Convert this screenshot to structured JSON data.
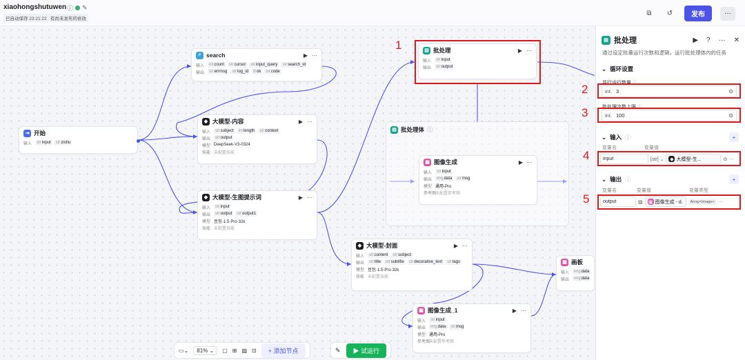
{
  "topbar": {
    "project_name": "xiaohongshutuwen",
    "autosave": "已自动保存 23:21:22",
    "unpublished": "有尚未发布的修改",
    "publish_label": "发布",
    "more_label": "···"
  },
  "nodes": {
    "start": {
      "title": "开始",
      "input_label": "输入",
      "input_type": "str",
      "input_name": "input",
      "input2_type": "str",
      "input2_name": "zishu"
    },
    "search": {
      "title": "search",
      "input_label": "输入",
      "output_label": "输出",
      "inputs": [
        {
          "t": "int",
          "n": "count"
        },
        {
          "t": "str",
          "n": "cursor"
        },
        {
          "t": "str",
          "n": "input_query"
        },
        {
          "t": "str",
          "n": "search_id"
        }
      ],
      "outputs": [
        {
          "t": "str",
          "n": "errmsg"
        },
        {
          "t": "str",
          "n": "log_id"
        },
        {
          "t": "B",
          "n": "ok"
        },
        {
          "t": "int",
          "n": "code"
        }
      ]
    },
    "llm_content": {
      "title": "大模型-内容",
      "input_label": "输入",
      "output_label": "输出",
      "model_label": "模型",
      "skill_label": "技能",
      "inputs": [
        {
          "t": "str",
          "n": "subject"
        },
        {
          "t": "int",
          "n": "length"
        },
        {
          "t": "str",
          "n": "context"
        }
      ],
      "output": {
        "t": "str",
        "n": "output"
      },
      "model": "DeepSeek-V3-0324",
      "skill": "未配置技能"
    },
    "llm_prompt": {
      "title": "大模型-生图提示词",
      "input_label": "输入",
      "output_label": "输出",
      "model_label": "模型",
      "skill_label": "技能",
      "input": {
        "t": "str",
        "n": "input"
      },
      "outputs": [
        {
          "t": "str",
          "n": "output"
        },
        {
          "t": "str",
          "n": "output1"
        }
      ],
      "model": "豆包·1.5·Pro·32k",
      "skill": "未配置技能"
    },
    "batch": {
      "title": "批处理",
      "input_label": "输入",
      "output_label": "输出",
      "input": {
        "t": "str",
        "n": "input"
      },
      "output": {
        "t": "str",
        "n": "output"
      }
    },
    "batch_body": {
      "title": "批处理体"
    },
    "image_gen": {
      "title": "图像生成",
      "input_label": "输入",
      "output_label": "输出",
      "model_label": "模型",
      "ref_label": "参考图",
      "input": {
        "t": "str",
        "n": "input"
      },
      "outputs": [
        {
          "t": "img",
          "n": "data"
        },
        {
          "t": "str",
          "n": "msg"
        }
      ],
      "model": "通用-Pro",
      "ref": "未配置参考图"
    },
    "llm_cover": {
      "title": "大模型-封面",
      "input_label": "输入",
      "output_label": "输出",
      "model_label": "模型",
      "skill_label": "技能",
      "inputs": [
        {
          "t": "str",
          "n": "content"
        },
        {
          "t": "str",
          "n": "subject"
        }
      ],
      "outputs": [
        {
          "t": "str",
          "n": "title"
        },
        {
          "t": "str",
          "n": "subtitle"
        },
        {
          "t": "str",
          "n": "decorative_text"
        },
        {
          "t": "str",
          "n": "tags"
        }
      ],
      "model": "豆包·1.5·Pro·32k",
      "skill": "未配置技能"
    },
    "image_gen1": {
      "title": "图像生成_1",
      "input_label": "输入",
      "output_label": "输出",
      "model_label": "模型",
      "ref_label": "参考图",
      "input": {
        "t": "str",
        "n": "input"
      },
      "outputs": [
        {
          "t": "img",
          "n": "data"
        },
        {
          "t": "str",
          "n": "msg"
        }
      ],
      "model": "通用-Pro",
      "ref": "未配置参考图"
    },
    "canvas_board": {
      "title": "画板",
      "input_label": "输入",
      "output_label": "输出",
      "input": {
        "t": "img",
        "n": "data"
      },
      "output": {
        "t": "img",
        "n": "data"
      }
    }
  },
  "toolbar": {
    "zoom": "81%",
    "add_node": "+ 添加节点",
    "run": "▶ 试运行"
  },
  "annotations": [
    "1",
    "2",
    "3",
    "4",
    "5"
  ],
  "panel": {
    "title": "批处理",
    "desc": "通过设定批量运行次数和逻辑，运行批处理体内的任务",
    "loop_section": "循环设置",
    "parallel_label": "并行运行数量",
    "parallel_unit": "int.",
    "parallel_value": "3",
    "max_label": "批处理次数上限",
    "max_unit": "int.",
    "max_value": "100",
    "input_section": "输入",
    "var_name_hdr": "变量名",
    "var_value_hdr": "变量值",
    "input_var": "input",
    "input_type": "[str]",
    "input_ref": "大模型-生...",
    "input_ref_suffix": "-",
    "output_section": "输出",
    "out_name_hdr": "变量名",
    "out_value_hdr": "变量值",
    "out_type_hdr": "变量类型",
    "output_var": "output",
    "output_ref": "图像生成 - d.",
    "output_type": "Array<Image>"
  },
  "colors": {
    "accent": "#4d53e8",
    "run": "#16b35a",
    "annotation": "#e0161b"
  }
}
